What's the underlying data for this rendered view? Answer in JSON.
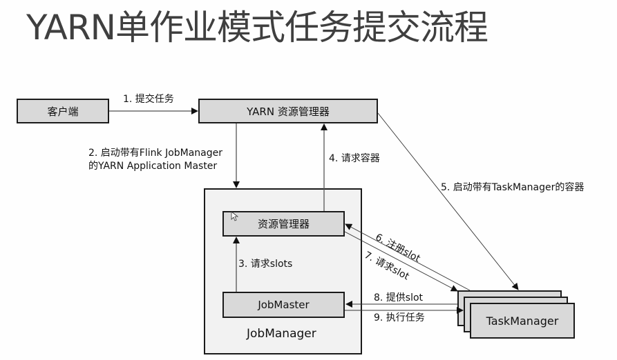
{
  "title": "YARN单作业模式任务提交流程",
  "colors": {
    "background": "#fefefe",
    "box_fill": "#d9d9d9",
    "container_fill": "#f2f2f2",
    "border": "#1a1a1a",
    "title_text": "#3f3f3f"
  },
  "nodes": {
    "client": "客户端",
    "yarn_rm": "YARN 资源管理器",
    "jobmanager_container": "JobManager",
    "jm_resource_manager": "资源管理器",
    "jobmaster": "JobMaster",
    "taskmanager": "TaskManager"
  },
  "steps": [
    {
      "id": 1,
      "label": "1. 提交任务",
      "from": "client",
      "to": "yarn_rm"
    },
    {
      "id": 2,
      "label_line1": "2. 启动带有Flink JobManager",
      "label_line2": "的YARN Application Master",
      "from": "yarn_rm",
      "to": "jobmanager_container"
    },
    {
      "id": 3,
      "label": "3. 请求slots",
      "from": "jobmaster",
      "to": "jm_resource_manager"
    },
    {
      "id": 4,
      "label": "4. 请求容器",
      "from": "jm_resource_manager",
      "to": "yarn_rm"
    },
    {
      "id": 5,
      "label": "5. 启动带有TaskManager的容器",
      "from": "yarn_rm",
      "to": "taskmanager"
    },
    {
      "id": 6,
      "label": "6. 注册slot",
      "from": "taskmanager",
      "to": "jm_resource_manager"
    },
    {
      "id": 7,
      "label": "7. 请求slot",
      "from": "jm_resource_manager",
      "to": "taskmanager"
    },
    {
      "id": 8,
      "label": "8. 提供slot",
      "from": "taskmanager",
      "to": "jobmaster"
    },
    {
      "id": 9,
      "label": "9. 执行任务",
      "from": "jobmaster",
      "to": "taskmanager"
    }
  ]
}
